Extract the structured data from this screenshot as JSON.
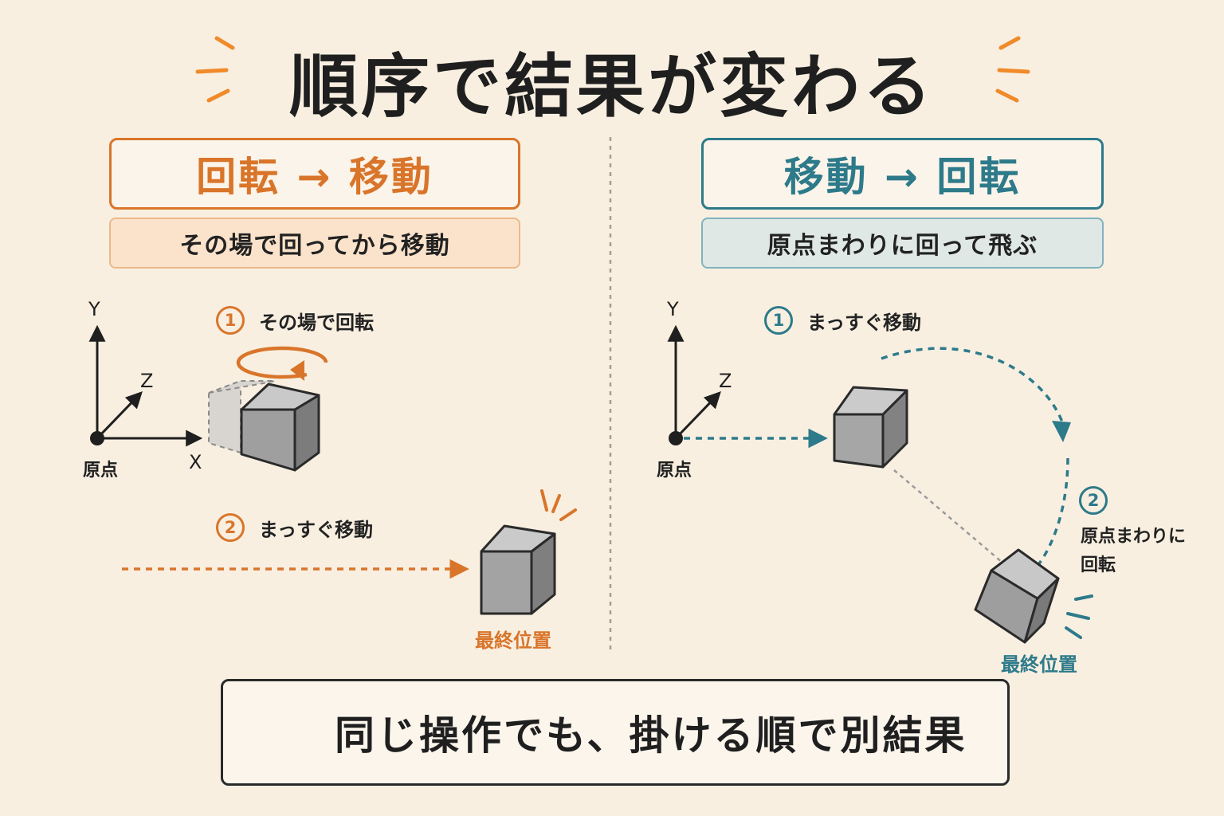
{
  "title": "順序で結果が変わる",
  "left": {
    "header": "回転 → 移動",
    "subtitle": "その場で回ってから移動",
    "step1_num": "1",
    "step1_text": "その場で回転",
    "step2_num": "2",
    "step2_text": "まっすぐ移動",
    "final_label": "最終位置"
  },
  "right": {
    "header": "移動 → 回転",
    "subtitle": "原点まわりに回って飛ぶ",
    "step1_num": "1",
    "step1_text": "まっすぐ移動",
    "step2_num": "2",
    "step2_line1": "原点まわりに",
    "step2_line2": "回転",
    "final_label": "最終位置"
  },
  "axes": {
    "x": "X",
    "y": "Y",
    "z": "Z",
    "origin": "原点"
  },
  "bottom": {
    "text": "同じ操作でも、掛ける順で別結果"
  },
  "colors": {
    "orange": "#d9752a",
    "teal": "#2d7a8a",
    "background": "#f8efe1",
    "cube_gray": "#a9a9a9"
  },
  "icons": {
    "bulb": "lightbulb-icon",
    "burst": "sparkle-icon"
  }
}
